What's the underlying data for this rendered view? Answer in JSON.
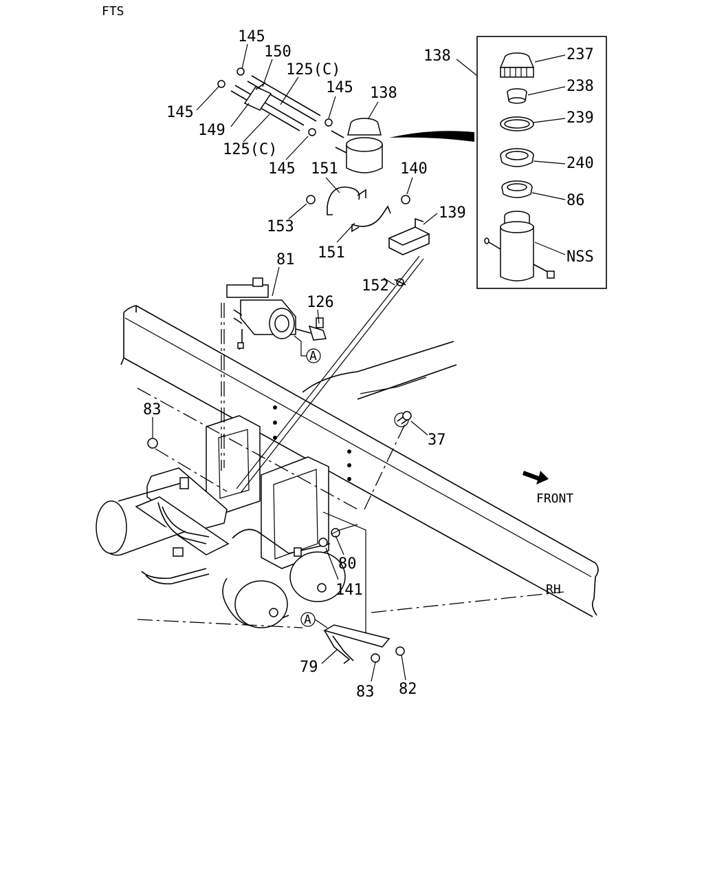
{
  "header": {
    "code": "FTS"
  },
  "callouts": {
    "c145a": "145",
    "c150": "150",
    "c125a": "125(C)",
    "c145b": "145",
    "c138": "138",
    "c145c": "145",
    "c149": "149",
    "c125b": "125(C)",
    "c145d": "145",
    "c151a": "151",
    "c140": "140",
    "c139": "139",
    "c153": "153",
    "c151b": "151",
    "c152": "152",
    "c81": "81",
    "c126": "126",
    "cA1": "A",
    "c83a": "83",
    "c37": "37",
    "c80": "80",
    "c141": "141",
    "cA2": "A",
    "c79": "79",
    "c83b": "83",
    "c82": "82"
  },
  "inset": {
    "title": "138",
    "items": [
      "237",
      "238",
      "239",
      "240",
      "86",
      "NSS"
    ]
  },
  "orientation": {
    "front": "FRONT",
    "side": "RH"
  }
}
